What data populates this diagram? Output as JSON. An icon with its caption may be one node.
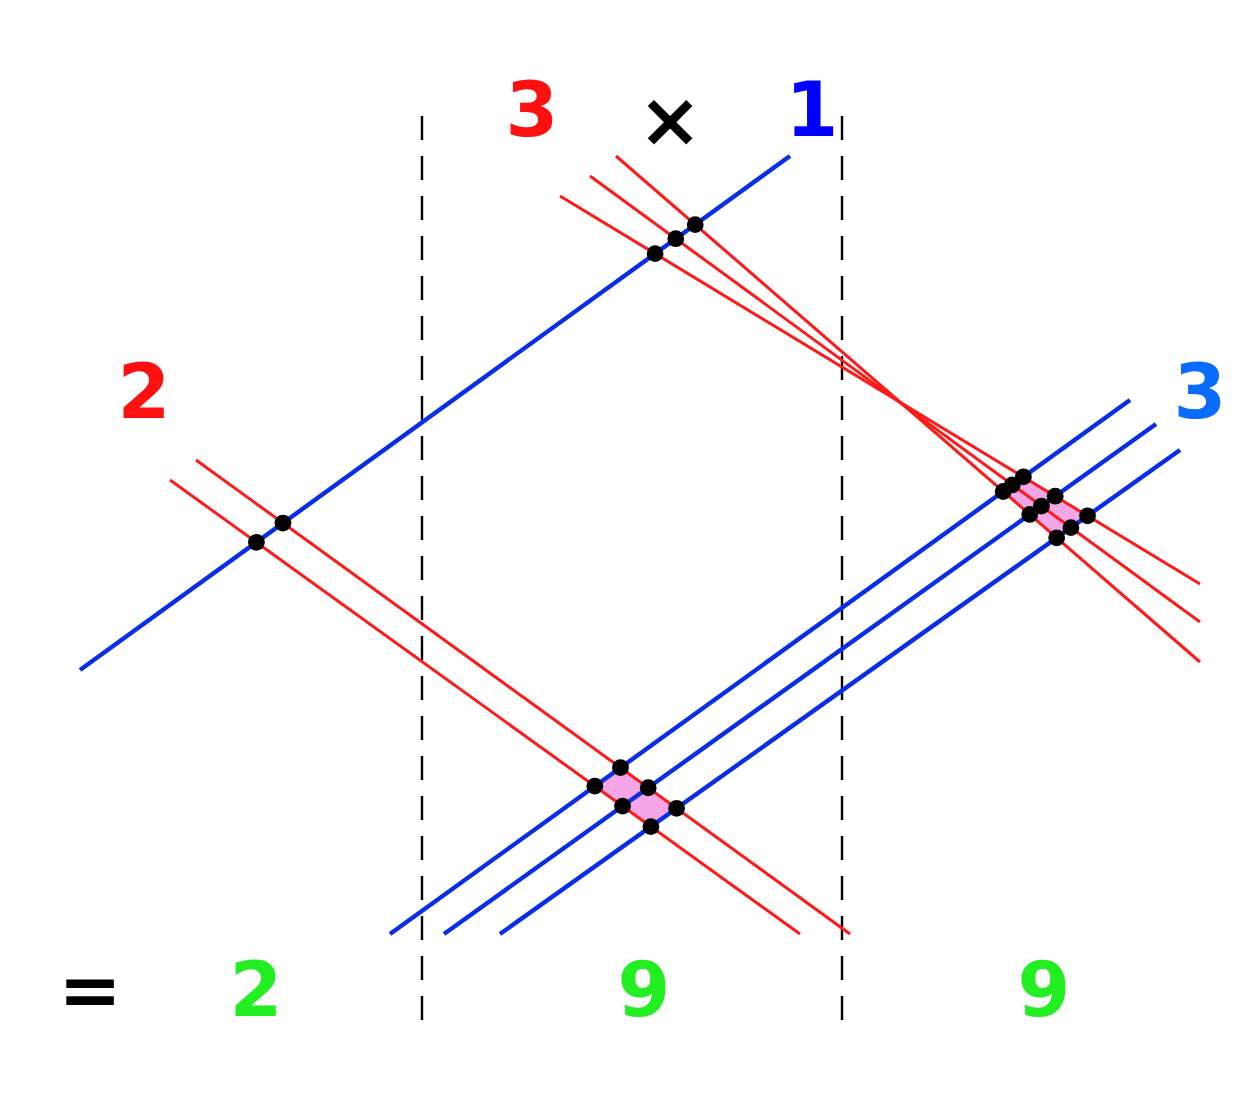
{
  "diagram": {
    "labels": [
      "3",
      "×",
      "1",
      "2",
      "3",
      "=",
      "2",
      "9",
      "9"
    ]
  }
}
